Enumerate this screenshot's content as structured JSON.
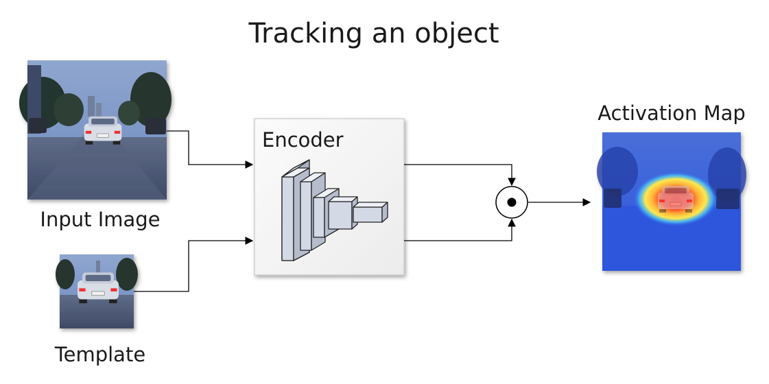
{
  "title": "Tracking an object",
  "nodes": {
    "input_image": {
      "label": "Input Image"
    },
    "template": {
      "label": "Template"
    },
    "encoder": {
      "label": "Encoder"
    },
    "operator": {
      "symbol": "⊙",
      "meaning": "element-wise product"
    },
    "activation_map": {
      "label": "Activation Map"
    }
  },
  "edges": [
    {
      "from": "input_image",
      "to": "encoder"
    },
    {
      "from": "template",
      "to": "encoder"
    },
    {
      "from": "encoder",
      "to": "operator"
    },
    {
      "from": "encoder",
      "to": "operator"
    },
    {
      "from": "operator",
      "to": "activation_map"
    }
  ],
  "colors": {
    "arrow": "#000000",
    "encoder_fill": "#f4f4f4",
    "encoder_border": "#c8c8c8",
    "block_fill": "#cfd6e3",
    "block_stroke": "#222222",
    "photo_sky": "#6f8fc4",
    "photo_road": "#4e5c78",
    "heat_red": "#ff2a1e",
    "heat_yellow": "#ffe24a",
    "map_blue": "#2a58e8"
  }
}
